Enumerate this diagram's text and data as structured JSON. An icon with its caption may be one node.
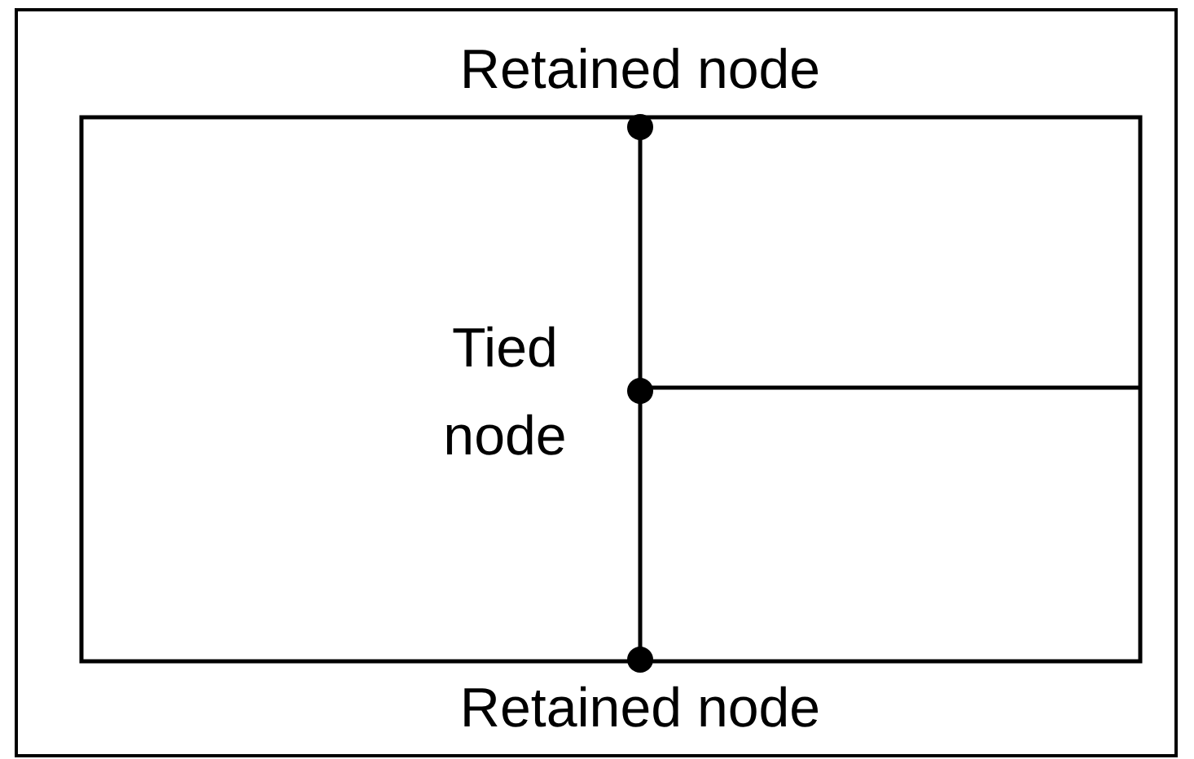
{
  "diagram": {
    "labels": [
      "Retained node",
      "Tied node",
      "Retained node"
    ]
  }
}
